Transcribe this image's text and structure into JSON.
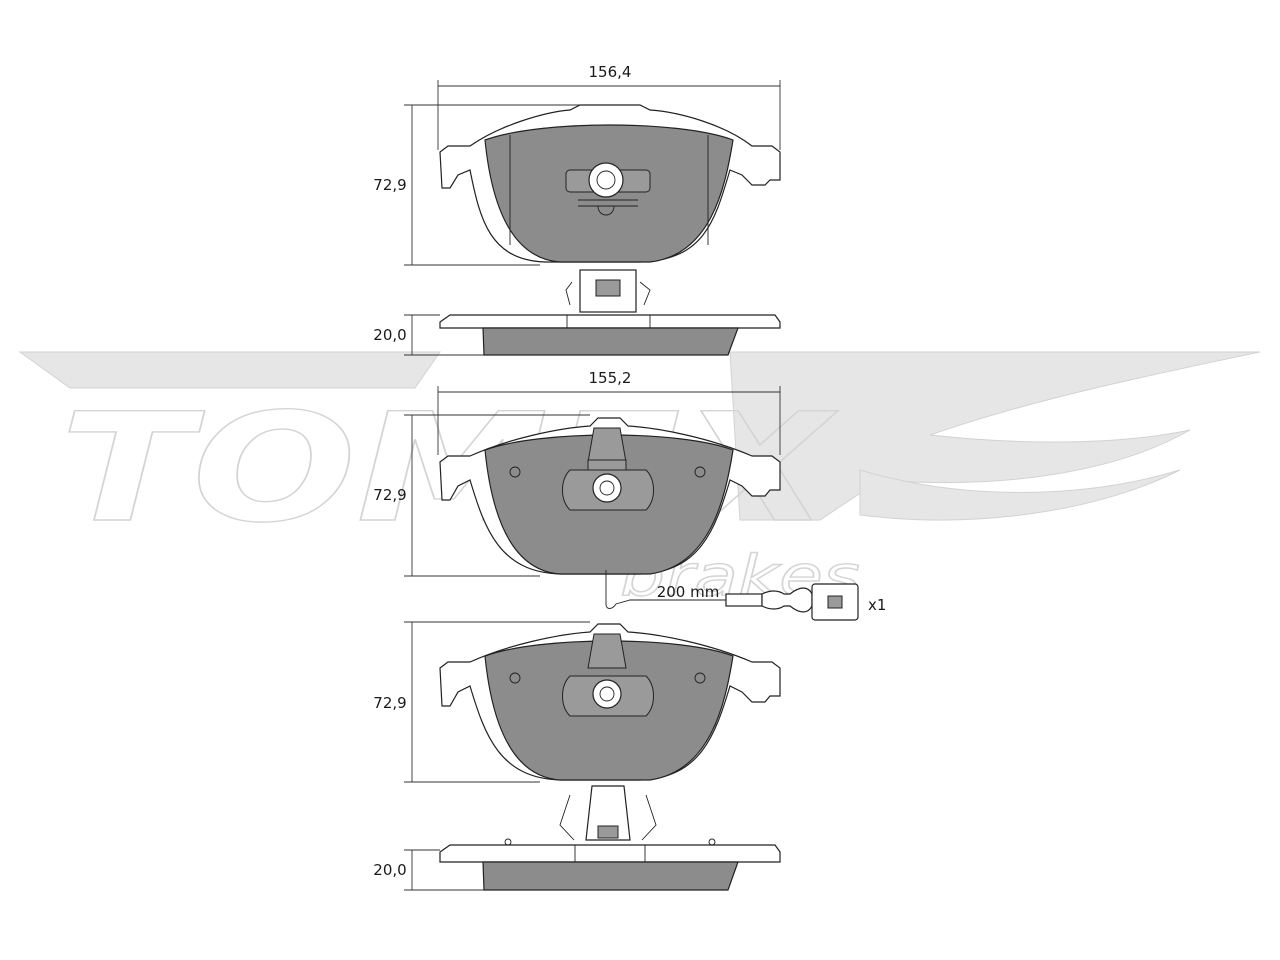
{
  "watermark": {
    "brand": "TOMEX",
    "sub": "brakes"
  },
  "pads": [
    {
      "width_label": "156,4",
      "height_label": "72,9",
      "thickness_label": "20,0"
    },
    {
      "width_label": "155,2",
      "height_label": "72,9"
    },
    {
      "height_label": "72,9",
      "thickness_label": "20,0"
    }
  ],
  "wear_sensor": {
    "length_label": "200 mm",
    "quantity_label": "x1"
  },
  "colors": {
    "friction": "#8c8c8c",
    "line": "#222222",
    "watermark": "#e6e6e6"
  }
}
